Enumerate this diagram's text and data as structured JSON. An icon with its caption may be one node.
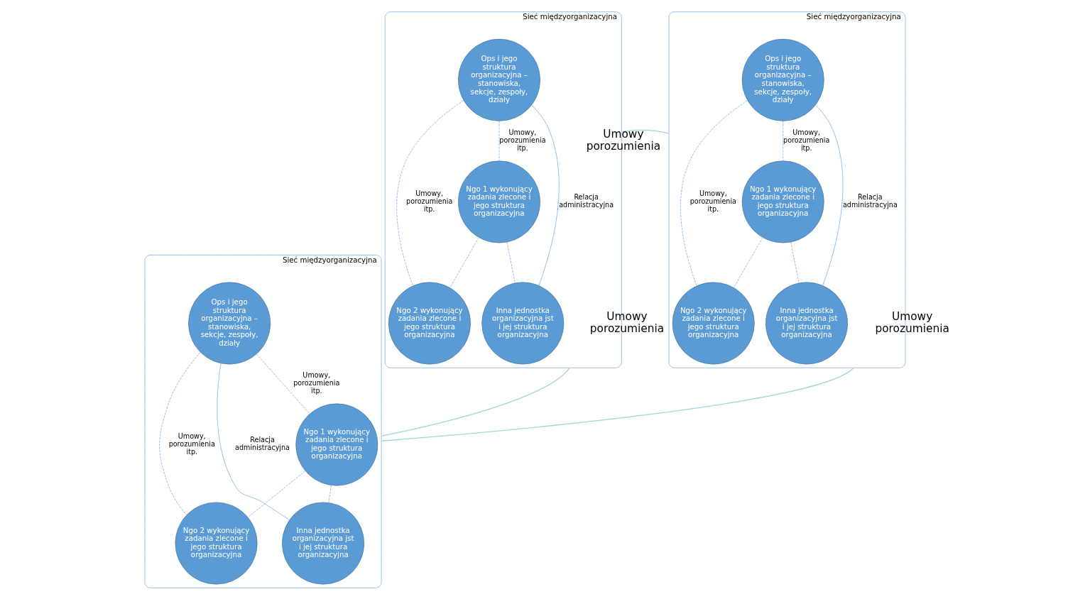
{
  "diagram": {
    "nodes": [
      {
        "text": [
          "Sieć międzyorganizacyjna"
        ]
      },
      {
        "text": [
          "Ngo 1 wykonujący zadania zlecone i jego struktura organizacyjna"
        ],
        "in": 0
      },
      {
        "text": [
          "Ops i jego struktura organizacyjna – stanowiska, sekcje, zespoły, działy"
        ],
        "in": 0
      },
      {
        "text": [
          "Ngo 2 wykonujący zadania zlecone i jego struktura organizacyjna"
        ],
        "in": 0
      },
      {
        "text": [
          "Inna jednostka organizacyjna jst i jej struktura organizacyjna"
        ],
        "in": 0
      },
      {
        "text": [
          "Sieć międzyorganizacyjna"
        ]
      },
      {
        "text": [
          "Ngo 1 wykonujący zadania zlecone i jego struktura organizacyjna"
        ],
        "in": 5
      },
      {
        "text": [
          "Ops i jego struktura organizacyjna – stanowiska, sekcje, zespoły, działy"
        ],
        "in": 5
      },
      {
        "text": [
          "Ngo 2 wykonujący zadania zlecone i jego struktura organizacyjna"
        ],
        "in": 5
      },
      {
        "text": [
          "Inna jednostka organizacyjna jst i jej struktura organizacyjna"
        ],
        "in": 5
      },
      {
        "text": [
          "Sieć międzyorganizacyjna"
        ]
      },
      {
        "text": [
          "Ngo 1 wykonujący zadania zlecone i jego struktura organizacyjna"
        ],
        "in": 10
      },
      {
        "text": [
          "Ops i jego struktura organizacyjna – stanowiska, sekcje, zespoły, działy"
        ],
        "in": 10
      },
      {
        "text": [
          "Ngo 2 wykonujący zadania zlecone i jego struktura organizacyjna"
        ],
        "in": 10
      },
      {
        "text": [
          "Inna jednostka organizacyjna jst i jej struktura organizacyjna"
        ],
        "in": 10
      }
    ],
    "edges": [
      {
        "from": 2,
        "to": 1,
        "arrow": "none",
        "style": "dashed",
        "label": "Umowy, porozumienia itp."
      },
      {
        "from": 2,
        "to": 3,
        "arrow": "none",
        "style": "dashed",
        "label": "Umowy, porozumienia itp."
      },
      {
        "from": 1,
        "to": 3,
        "arrow": "none",
        "style": "dashed"
      },
      {
        "from": 1,
        "to": 4,
        "arrow": "none",
        "style": "dashed"
      },
      {
        "from": 2,
        "to": 4,
        "arrow": "none",
        "label": "Relacja administracyjna"
      },
      {
        "from": 7,
        "to": 6,
        "arrow": "none",
        "style": "dashed",
        "label": "Umowy, porozumienia itp."
      },
      {
        "from": 7,
        "to": 8,
        "arrow": "none",
        "style": "dashed",
        "label": "Umowy, porozumienia itp."
      },
      {
        "from": 6,
        "to": 8,
        "arrow": "none",
        "style": "dashed"
      },
      {
        "from": 6,
        "to": 9,
        "arrow": "none",
        "style": "dashed"
      },
      {
        "from": 7,
        "to": 9,
        "arrow": "none",
        "label": "Relacja administracyjna"
      },
      {
        "from": 12,
        "to": 11,
        "arrow": "none",
        "style": "dashed",
        "label": "Umowy, porozumienia itp."
      },
      {
        "from": 12,
        "to": 13,
        "arrow": "none",
        "style": "dashed",
        "label": "Umowy, porozumienia itp."
      },
      {
        "from": 11,
        "to": 13,
        "arrow": "none",
        "style": "dashed"
      },
      {
        "from": 11,
        "to": 14,
        "arrow": "none",
        "style": "dashed"
      },
      {
        "from": 12,
        "to": 14,
        "arrow": "none",
        "label": "Relacja administracyjna"
      },
      {
        "from": 0,
        "to": 5,
        "arrow": "none",
        "label": "Umowy porozumienia",
        "color": "#a3d4d4"
      },
      {
        "from": 0,
        "to": 10,
        "arrow": "none",
        "label": "Umowy porozumienia",
        "color": "#a3d4d4"
      },
      {
        "from": 5,
        "to": 10,
        "arrow": "none",
        "label": "Umowy porozumienia",
        "color": "#a3d4d4"
      }
    ]
  }
}
